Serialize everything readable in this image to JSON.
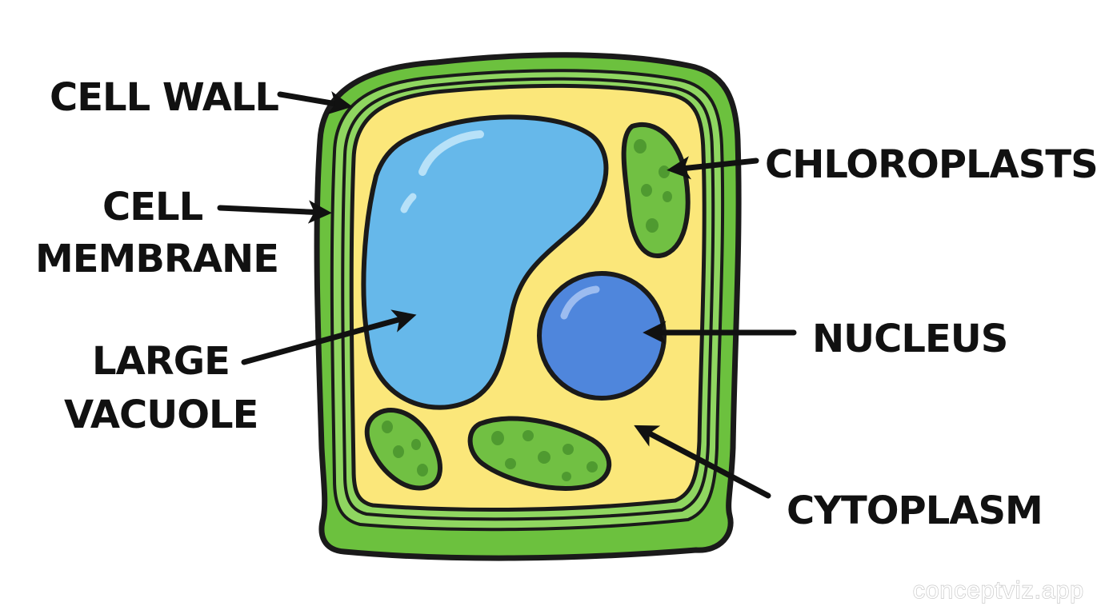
{
  "labels": {
    "cell_wall": "CELL WALL",
    "cell_membrane_line1": "CELL",
    "cell_membrane_line2": "MEMBRANE",
    "large_vacuole_line1": "LARGE",
    "large_vacuole_line2": "VACUOLE",
    "chloroplasts": "CHLOROPLASTS",
    "nucleus": "NUCLEUS",
    "cytoplasm": "CYTOPLASM"
  },
  "watermark": "conceptviz.app",
  "colors": {
    "cell_wall": "#6cc13e",
    "cell_wall_inner": "#8fd660",
    "cytoplasm": "#fbe77a",
    "vacuole": "#66b8ea",
    "nucleus": "#4f86dc",
    "chloroplast": "#71c043",
    "outline": "#1a1a1a"
  }
}
